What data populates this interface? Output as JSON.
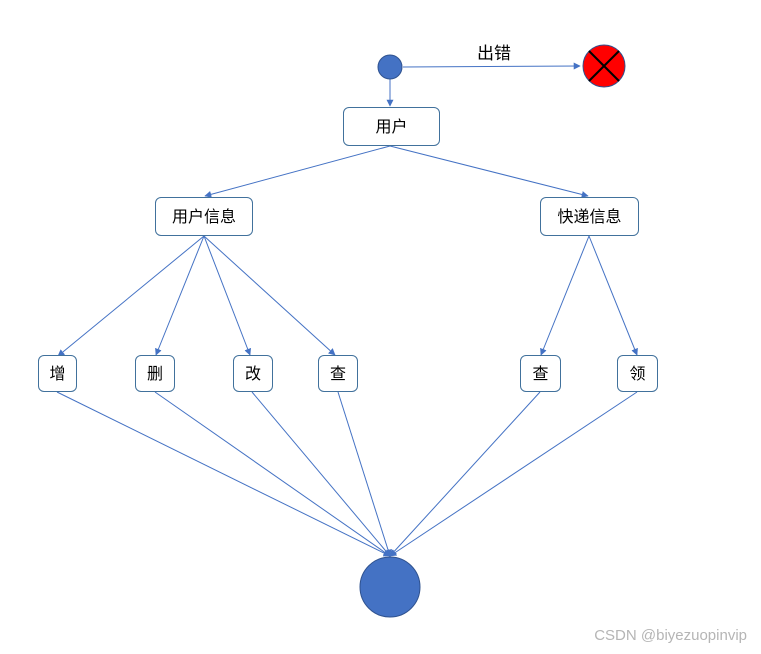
{
  "diagram": {
    "nodes": {
      "user": "用户",
      "user_info": "用户信息",
      "express_info": "快递信息",
      "add": "增",
      "delete": "删",
      "modify": "改",
      "query_user": "查",
      "query_express": "查",
      "claim": "领"
    },
    "error_label": "出错"
  },
  "colors": {
    "line": "#4472c4",
    "node_border": "#41719c",
    "start_fill": "#4472c4",
    "end_fill": "#4472c4",
    "error_fill": "#ff0000"
  },
  "watermark": "CSDN @biyezuopinvip"
}
